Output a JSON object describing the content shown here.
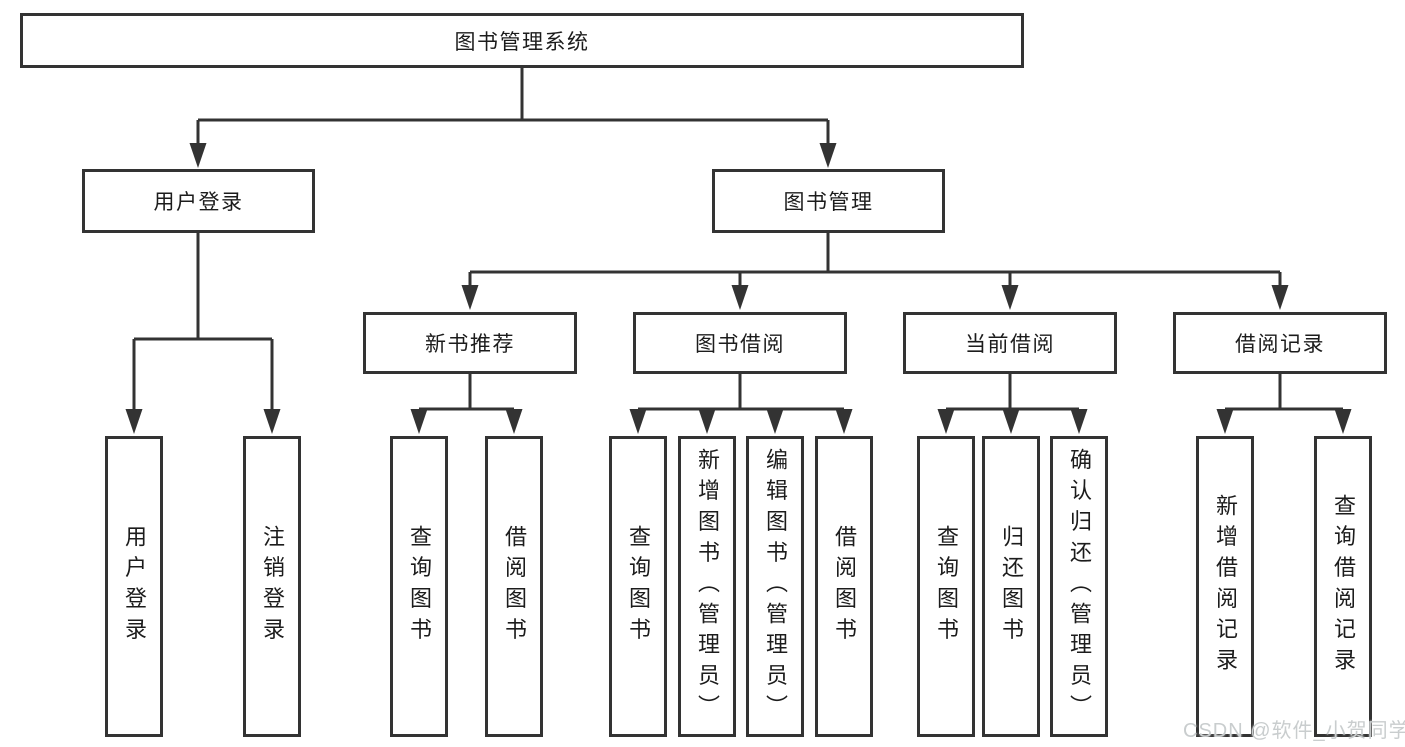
{
  "colors": {
    "background": "#ffffff",
    "line": "#333333",
    "box_border": "#333333",
    "text": "#1c1c1c",
    "watermark": "#c9cdce"
  },
  "diagram": {
    "root": {
      "label": "图书管理系统"
    },
    "branches": [
      {
        "label": "用户登录",
        "children": [
          {
            "label": "用户登录"
          },
          {
            "label": "注销登录"
          }
        ]
      },
      {
        "label": "图书管理",
        "children": [
          {
            "label": "新书推荐",
            "children": [
              {
                "label": "查询图书"
              },
              {
                "label": "借阅图书"
              }
            ]
          },
          {
            "label": "图书借阅",
            "children": [
              {
                "label": "查询图书"
              },
              {
                "label": "新增图书（管理员）"
              },
              {
                "label": "编辑图书（管理员）"
              },
              {
                "label": "借阅图书"
              }
            ]
          },
          {
            "label": "当前借阅",
            "children": [
              {
                "label": "查询图书"
              },
              {
                "label": "归还图书"
              },
              {
                "label": "确认归还（管理员）"
              }
            ]
          },
          {
            "label": "借阅记录",
            "children": [
              {
                "label": "新增借阅记录"
              },
              {
                "label": "查询借阅记录"
              }
            ]
          }
        ]
      }
    ]
  },
  "watermark": {
    "text": "CSDN @软件_小贺同学"
  }
}
